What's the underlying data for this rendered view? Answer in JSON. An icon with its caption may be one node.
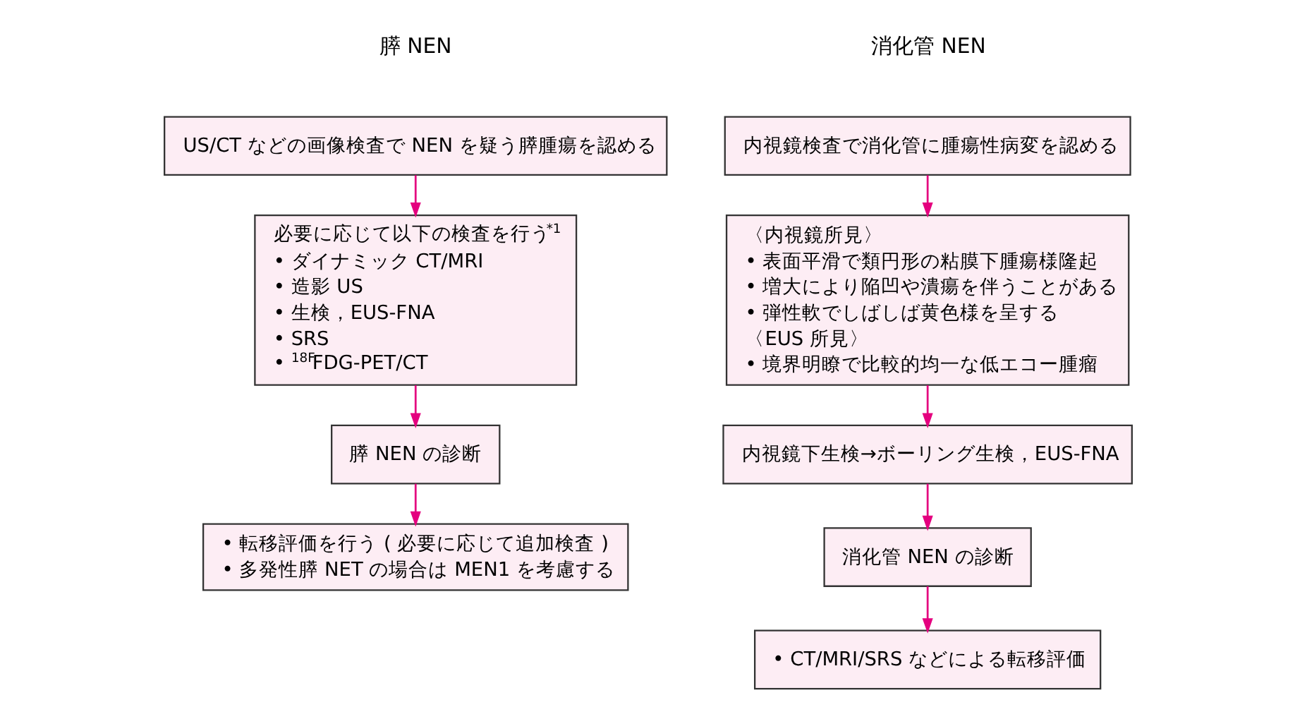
{
  "diagram": {
    "nodes": [
      {
        "text": [
          "US/CT などの画像検査で NEN を疑う膵腫瘍を認める"
        ]
      },
      {
        "text": [
          "必要に応じて以下の検査を行う$^{*1}$",
          "• ダイナミック CT/MRI",
          "• 造影 US",
          "• 生検，EUS-FNA",
          "• SRS",
          "• $^{18F}$FDG-PET/CT"
        ]
      },
      {
        "text": [
          "膵 NEN の診断"
        ]
      },
      {
        "text": [
          "• 転移評価を行う ( 必要に応じて追加検査 )",
          "• 多発性膵 NET の場合は MEN1 を考慮する"
        ]
      },
      {
        "text": [
          "内視鏡検査で消化管に腫瘍性病変を認める"
        ]
      },
      {
        "text": [
          "〈内視鏡所見〉",
          "• 表面平滑で類円形の粘膜下腫瘍様隆起",
          "• 増大により陥凹や潰瘍を伴うことがある",
          "• 弾性軟でしばしば黄色様を呈する",
          "〈EUS 所見〉",
          "• 境界明瞭で比較的均一な低エコー腫瘤"
        ]
      },
      {
        "text": [
          "内視鏡下生検→ボーリング生検，EUS-FNA"
        ]
      },
      {
        "text": [
          "消化管 NEN の診断"
        ]
      },
      {
        "text": [
          "• CT/MRI/SRS などによる転移評価"
        ]
      }
    ],
    "edges": [
      {
        "from": 0,
        "to": 1,
        "arrow": "to"
      },
      {
        "from": 1,
        "to": 2,
        "arrow": "to"
      },
      {
        "from": 2,
        "to": 3,
        "arrow": "to"
      },
      {
        "from": 4,
        "to": 5,
        "arrow": "to"
      },
      {
        "from": 5,
        "to": 6,
        "arrow": "to"
      },
      {
        "from": 6,
        "to": 7,
        "arrow": "to"
      },
      {
        "from": 7,
        "to": 8,
        "arrow": "to"
      }
    ],
    "labels": [
      "膵 NEN",
      "消化管 NEN"
    ]
  }
}
